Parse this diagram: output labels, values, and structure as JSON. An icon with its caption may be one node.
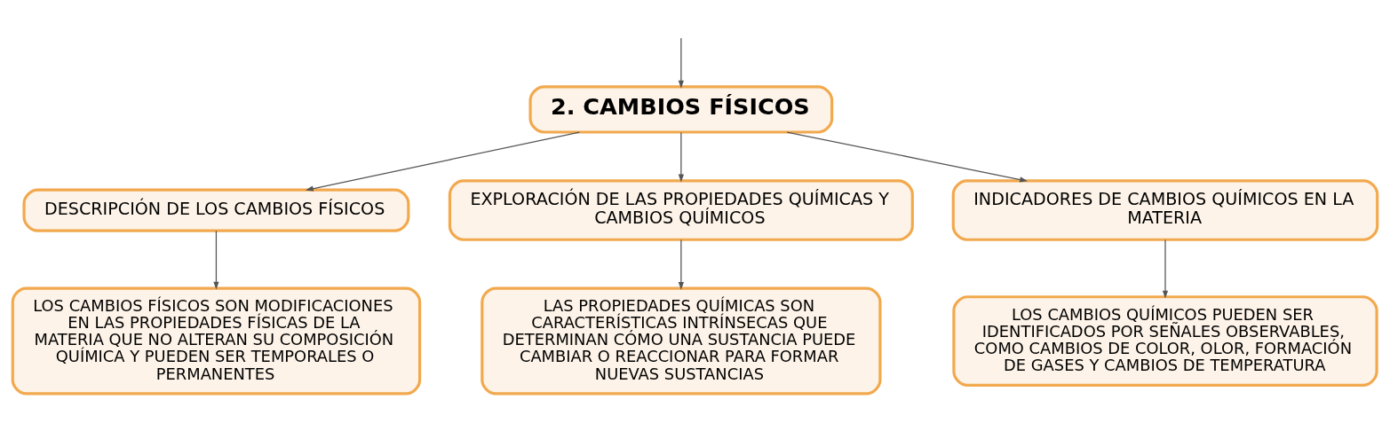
{
  "diagram": {
    "nodes": [
      {
        "text": [
          "2. CAMBIOS FÍSICOS"
        ]
      },
      {
        "text": [
          "DESCRIPCIÓN DE LOS CAMBIOS FÍSICOS"
        ]
      },
      {
        "text": [
          "EXPLORACIÓN DE LAS PROPIEDADES QUÍMICAS Y CAMBIOS QUÍMICOS"
        ]
      },
      {
        "text": [
          "INDICADORES DE CAMBIOS QUÍMICOS EN LA MATERIA"
        ]
      },
      {
        "text": [
          "LOS CAMBIOS FÍSICOS SON MODIFICACIONES EN LAS PROPIEDADES FÍSICAS DE LA MATERIA QUE NO ALTERAN SU COMPOSICIÓN QUÍMICA Y PUEDEN SER TEMPORALES O PERMANENTES"
        ]
      },
      {
        "text": [
          "LAS PROPIEDADES QUÍMICAS SON CARACTERÍSTICAS INTRÍNSECAS QUE DETERMINAN CÓMO UNA SUSTANCIA PUEDE CAMBIAR O REACCIONAR PARA FORMAR NUEVAS SUSTANCIAS"
        ]
      },
      {
        "text": [
          "LOS CAMBIOS QUÍMICOS PUEDEN SER IDENTIFICADOS POR SEÑALES OBSERVABLES, COMO CAMBIOS DE COLOR, OLOR, FORMACIÓN DE GASES Y CAMBIOS DE TEMPERATURA"
        ]
      }
    ],
    "edges": [
      {
        "from": null,
        "to": 0,
        "arrow": "to"
      },
      {
        "from": 0,
        "to": 1,
        "arrow": "to"
      },
      {
        "from": 0,
        "to": 2,
        "arrow": "to"
      },
      {
        "from": 0,
        "to": 3,
        "arrow": "to"
      },
      {
        "from": 1,
        "to": 4,
        "arrow": "to"
      },
      {
        "from": 2,
        "to": 5,
        "arrow": "to"
      },
      {
        "from": 3,
        "to": 6,
        "arrow": "to"
      }
    ]
  }
}
